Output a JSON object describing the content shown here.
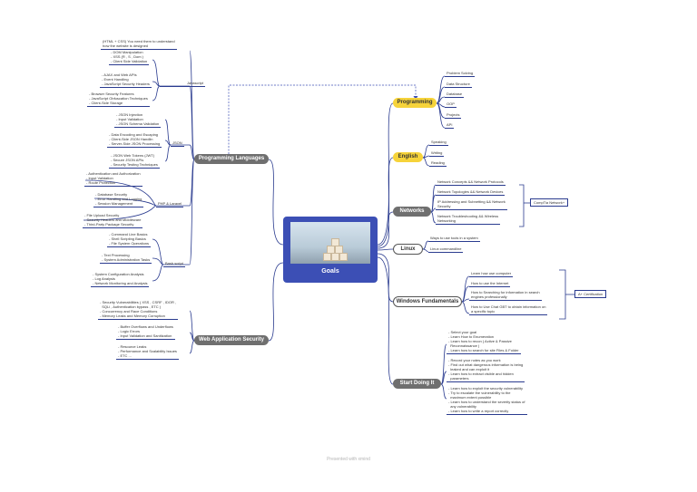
{
  "central": {
    "title": "Goals",
    "image": "goal-blocks-photo"
  },
  "footer": "Presented with xmind",
  "programming": {
    "label": "Programming",
    "items": [
      "Problem Solving",
      "Data Structure",
      "Database",
      "OOP",
      "Projects",
      "API"
    ]
  },
  "english": {
    "label": "English",
    "items": [
      "Speaking",
      "Writing",
      "Reading"
    ]
  },
  "networks": {
    "label": "Networks",
    "items": [
      "Network Concepts && Network Protocols",
      "Network Topologies && Network Devices",
      "IP Addressing and Subnetting && Network\nSecurity",
      "Network Troubleshooting && Wireless\nNetworking"
    ],
    "cert": "CompTia Network+"
  },
  "linux": {
    "label": "Linux",
    "items": [
      "Ways to use tools in a system",
      "Linux commandline"
    ]
  },
  "windows": {
    "label": "Windows Fundamentals",
    "items": [
      "Learn how use computer",
      "How to use the Internet",
      "How to Searching for information in search\nengines professionally",
      "How to Use Chat GBT to obtain information on\na specific topic"
    ],
    "cert": "A+ Certification"
  },
  "start": {
    "label": "Start Doing It",
    "groups": [
      "- Select your goal\n- Learn How to Enumeration\n- Learn how to recon ( Active & Passive\n  Reconnaissance )\n- Learn how to search for site Files & Folder",
      "- Record your notes as you work\n- Find out what dangerous information is being\n  leaked and can exploit it\n- Learn how to extract visible and hidden\n  parameters",
      "- Learn how to exploit the security vulnerability\n- Try to escalate the vulnerability to the\n  maximum extent possible\n- Learn how to understand the severity status of\n  any vulnerability\n- Learn how to write a report correctly"
    ]
  },
  "proglang": {
    "label": "Programming Languages",
    "html": "(HTML + CSS) You need them to understand\nhow the website is designed",
    "js_label": "Javascript",
    "js_groups": [
      "- DOM Manipulation\n- XSS (R , S , Dom )\n- Client Side Validation",
      "- AJAX and Web APIs\n- Event Handling\n- JavaScript Security Headers",
      "- Browser Security Features\n- JavaScript Obfuscation Techniques\n- Client-Side Storage"
    ],
    "json_label": "JSON",
    "json_groups": [
      "- JSON Injection\n- Input Validation\n- JSON Schema Validation",
      "- Data Encoding and Escaping\n- Client-Side JSON Handlin\n- Server-Side JSON Processing",
      "- JSON Web Tokens (JWT)\n- Secure JSON APIs\n- Security Testing Techniques"
    ],
    "php_label": "PHP & Laravel",
    "php_groups": [
      "- Authentication and Authorization\n- Input Validation\n- Route Protection",
      "- Database Security\n- Error Handling and Logging\n- Session Management",
      "- File Upload Security\n- Security Headers and Middleware\n- Third-Party Package Security"
    ],
    "bash_label": "Bash script",
    "bash_groups": [
      "- Command Line Basics\n- Shell Scripting Basics\n- File System Operations",
      "- Text Processing\n- System Administration Tasks",
      "- System Configuration Analysis\n- Log Analysis\n- Network Monitoring and Analysis"
    ]
  },
  "websec": {
    "label": "Web Application Security",
    "groups": [
      "- Security Vulnerabilities ( XSS , CSRF , IDOR ,\n  SQLi , Authentication bypass , ETC )\n- Concurrency and Race Conditions\n- Memory Leaks and Memory Corruption",
      "- Buffer Overflows and Underflows\n- Logic Errors\n- Input Validation and Sanitization",
      "- Resource Leaks\n- Performance and Scalability Issues\n- ETC ..."
    ]
  }
}
